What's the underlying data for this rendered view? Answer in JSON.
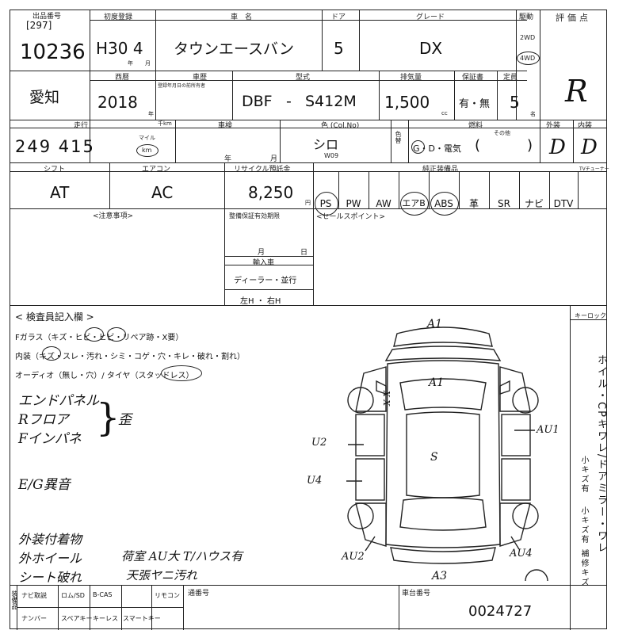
{
  "header_row1": {
    "exhibit_label": "出品番号",
    "lot_prefix": "[297]",
    "lot_number": "10236",
    "first_reg_label": "初度登録",
    "first_reg_value": "H30 4",
    "year_suffix": "年",
    "month_suffix": "月",
    "model_name_label": "車　名",
    "model_name_value": "タウンエースバン",
    "doors_label": "ドア",
    "doors_value": "5",
    "grade_label": "グレード",
    "grade_value": "DX",
    "drive_label": "駆動",
    "drive_2wd": "2WD",
    "drive_4wd": "4WD",
    "rating_label": "評価点",
    "rating_value": "R"
  },
  "header_row2": {
    "region_value": "愛知",
    "year_label": "西暦",
    "year_value": "2018",
    "year_unit": "年",
    "history_label": "車歴",
    "history_sub": "登録年月日の前所有者",
    "model_code_label": "型式",
    "model_code_prefix": "DBF",
    "model_code_dash": "-",
    "model_code_value": "S412M",
    "displacement_label": "排気量",
    "displacement_value": "1,500",
    "displacement_unit": "cc",
    "warranty_label": "保証書",
    "warranty_value": "有・無",
    "capacity_label": "定員",
    "capacity_value": "5",
    "capacity_unit": "名"
  },
  "header_row3": {
    "mileage_label": "走行",
    "mileage_value": "249 415",
    "mileage_unit_top": "マイル",
    "mileage_unit_km": "km",
    "mileage_unit_bottom": "千km",
    "inspection_label": "車検",
    "inspection_year": "年",
    "inspection_month": "月",
    "color_label": "色 (Col.No)",
    "color_value": "シロ",
    "color_code": "W09",
    "color_change_label": "色替",
    "fuel_label": "燃料",
    "fuel_value": "G・D・電気",
    "fuel_other": "その他",
    "exterior_label": "外装",
    "exterior_value": "D",
    "interior_label": "内装",
    "interior_value": "D"
  },
  "header_row4": {
    "shift_label": "シフト",
    "shift_value": "AT",
    "ac_label": "エアコン",
    "ac_value": "AC",
    "recycle_label": "リサイクル預託金",
    "recycle_value": "8,250",
    "recycle_unit": "円",
    "equipment_label": "純正装備品",
    "equipment": [
      "PS",
      "PW",
      "AW",
      "エアB",
      "ABS",
      "革",
      "SR",
      "ナビ",
      "DTV"
    ],
    "tv_label": "TVチューナー"
  },
  "notes": {
    "notice_label": "<注意事項>",
    "warranty_period_label": "整備保証有効期限",
    "warranty_period_month": "月",
    "warranty_period_day": "日",
    "import_label": "輸入車",
    "import_options": "ディーラー・並行",
    "handle_options": "左H ・ 右H",
    "sales_point_label": "<セールスポイント>"
  },
  "inspector": {
    "section_label": "< 検査員記入欄 >",
    "f_glass": "Fガラス（キズ・ヒビ・ヒビ・リペア跡・X要）",
    "interior_line": "内装（キズ・スレ・汚れ・シミ・コゲ・穴・キレ・破れ・割れ）",
    "audio_line": "オーディオ（無し・穴）/ タイヤ（スタッドレス）",
    "hw_items": [
      "エンドパネル",
      "Rフロア",
      "Fインパネ"
    ],
    "hw_bracket": "歪",
    "hw_engine": "E/G異音",
    "hw_bottom": [
      "外装付着物",
      "外ホイール",
      "シート破れ"
    ],
    "hw_bottom_right": [
      "荷室 AU大 T/ハウス有",
      "天張ヤニ汚れ"
    ]
  },
  "diagram": {
    "labels": {
      "a1_top": "A1",
      "a1_roof": "A1",
      "s_center": "S",
      "u2": "U2",
      "u4": "U4",
      "au1": "AU1",
      "au2": "AU2",
      "au4": "AU4",
      "a3": "A3",
      "xx": "X X"
    }
  },
  "right_side": {
    "key_label": "キーロック",
    "vertical_text": "ホイル・CPキワレ/ドアミラー・ワレ",
    "small_notes": [
      "小キズ有",
      "小キズ有",
      "補修キズ"
    ]
  },
  "footer": {
    "side_label": "装備品",
    "row1": [
      "ナビ取説",
      "ロム/SD",
      "B-CAS",
      "リモコン"
    ],
    "row2": [
      "ナンバー",
      "スペアキー",
      "キーレス",
      "スマートキー"
    ],
    "seq_label": "通番号",
    "vin_label": "車台番号",
    "vin_value": "0024727"
  }
}
